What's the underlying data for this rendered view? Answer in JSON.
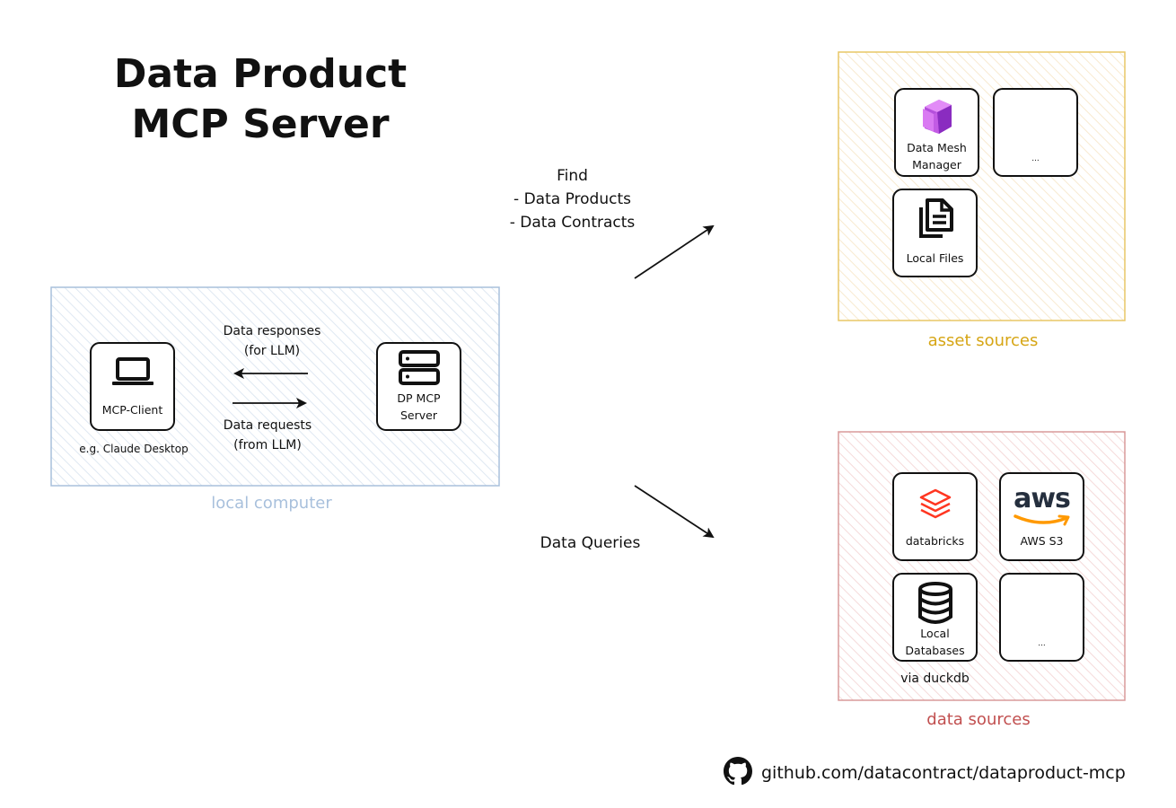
{
  "title": {
    "line1": "Data Product",
    "line2": "MCP Server"
  },
  "local_computer": {
    "caption": "local computer",
    "client": {
      "label": "MCP-Client",
      "note": "e.g. Claude Desktop"
    },
    "server": {
      "label_line1": "DP MCP",
      "label_line2": "Server"
    },
    "responses": {
      "line1": "Data responses",
      "line2": "(for LLM)"
    },
    "requests": {
      "line1": "Data requests",
      "line2": "(from LLM)"
    }
  },
  "find_arrow": {
    "line1": "Find",
    "line2": "- Data Products",
    "line3": "- Data Contracts"
  },
  "queries_arrow": {
    "label": "Data Queries"
  },
  "asset_sources": {
    "caption": "asset sources",
    "items": [
      {
        "label_line1": "Data Mesh",
        "label_line2": "Manager",
        "icon": "data-mesh-manager-logo"
      },
      {
        "label": "...",
        "icon": "none"
      },
      {
        "label": "Local Files",
        "icon": "file-copy-icon"
      }
    ]
  },
  "data_sources": {
    "caption": "data sources",
    "items": [
      {
        "label": "databricks",
        "icon": "databricks-logo"
      },
      {
        "label": "AWS S3",
        "icon": "aws-logo",
        "logo_text": "aws"
      },
      {
        "label_line1": "Local",
        "label_line2": "Databases",
        "icon": "database-icon"
      },
      {
        "label": "...",
        "icon": "none"
      }
    ],
    "note": "via duckdb"
  },
  "footer": {
    "url": "github.com/datacontract/dataproduct-mcp",
    "icon": "github-icon"
  },
  "colors": {
    "blue_box": "#a8c0dc",
    "yellow_box": "#e8c766",
    "red_box": "#d99a9a",
    "asset_caption": "#d6a514",
    "data_caption": "#c14f4f"
  }
}
